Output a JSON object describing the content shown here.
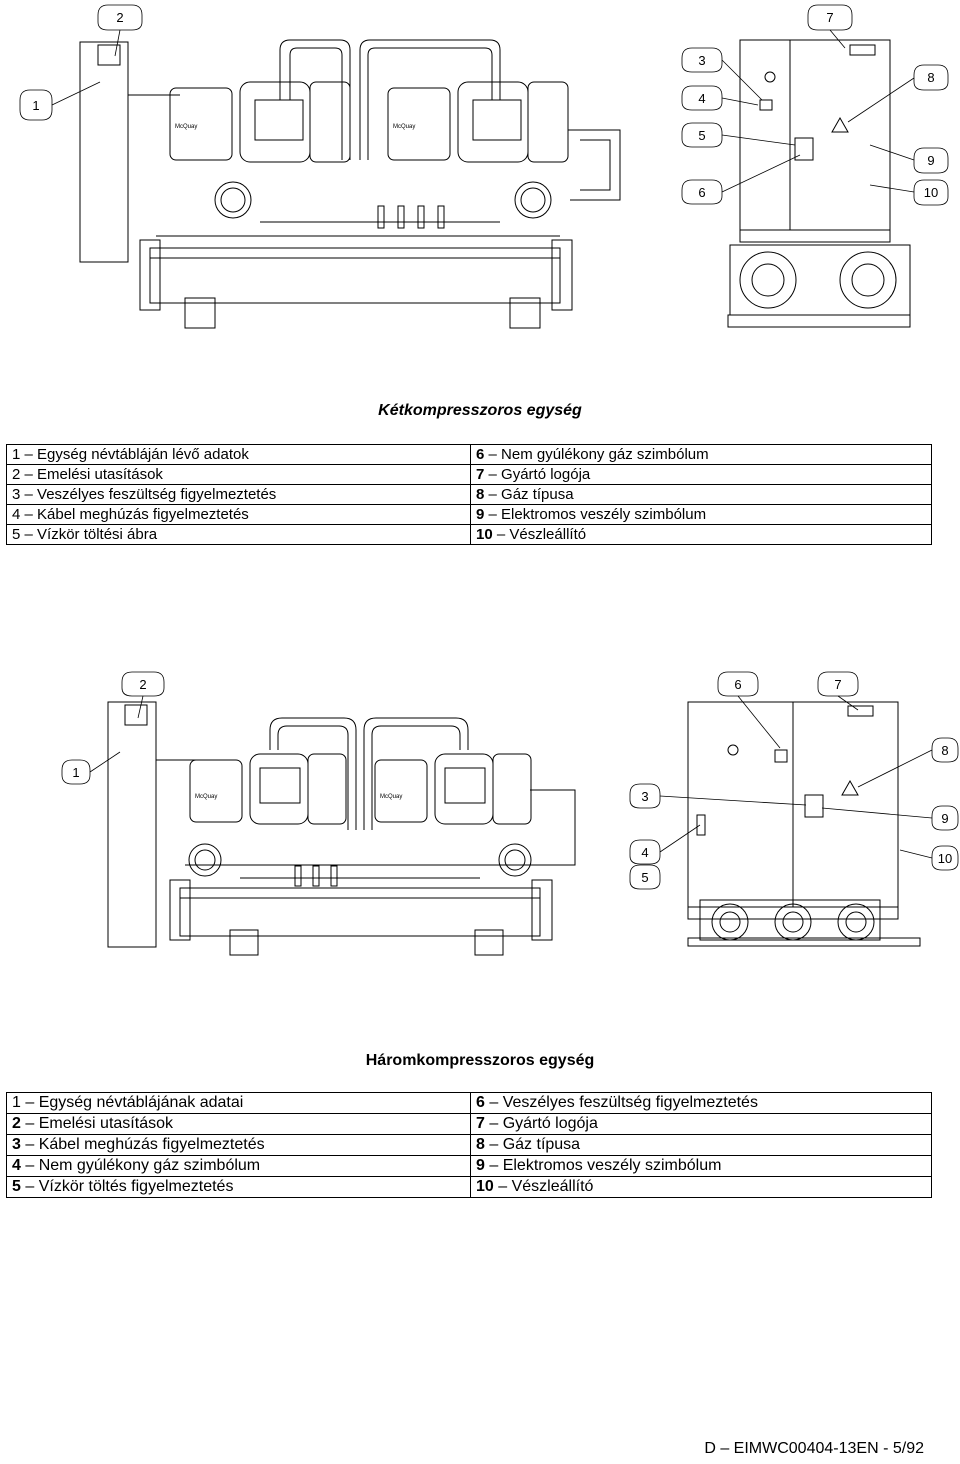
{
  "figure1": {
    "callouts": [
      "1",
      "2",
      "3",
      "4",
      "5",
      "6",
      "7",
      "8",
      "9",
      "10"
    ],
    "brand_label": "McQuay",
    "caption": "Kétkompresszoros egység",
    "legend": [
      {
        "left_num": "1",
        "left_text": "– Egység névtábláján lévő adatok",
        "right_num": "6",
        "right_text": "– Nem gyúlékony gáz szimbólum"
      },
      {
        "left_num": "2",
        "left_text": "– Emelési utasítások",
        "right_num": "7",
        "right_text": "– Gyártó logója"
      },
      {
        "left_num": "3",
        "left_text": "– Veszélyes feszültség figyelmeztetés",
        "right_num": "8",
        "right_text": "– Gáz típusa"
      },
      {
        "left_num": "4",
        "left_text": "– Kábel meghúzás figyelmeztetés",
        "right_num": "9",
        "right_text": "– Elektromos veszély szimbólum"
      },
      {
        "left_num": "5",
        "left_text": "– Vízkör töltési ábra",
        "right_num": "10",
        "right_text": "– Vészleállító"
      }
    ]
  },
  "figure2": {
    "callouts": [
      "1",
      "2",
      "3",
      "4",
      "5",
      "6",
      "7",
      "8",
      "9",
      "10"
    ],
    "brand_label": "McQuay",
    "caption": "Háromkompresszoros egység",
    "legend": [
      {
        "left_num": "1",
        "left_text": "– Egység névtáblájának adatai",
        "right_num": "6",
        "right_text": "– Veszélyes feszültség figyelmeztetés"
      },
      {
        "left_num": "2",
        "left_text": "– Emelési utasítások",
        "right_num": "7",
        "right_text": "– Gyártó logója"
      },
      {
        "left_num": "3",
        "left_text": "– Kábel meghúzás figyelmeztetés",
        "right_num": "8",
        "right_text": "– Gáz típusa"
      },
      {
        "left_num": "4",
        "left_text": "– Nem gyúlékony gáz szimbólum",
        "right_num": "9",
        "right_text": "– Elektromos veszély szimbólum"
      },
      {
        "left_num": "5",
        "left_text": "– Vízkör töltés figyelmeztetés",
        "right_num": "10",
        "right_text": "– Vészleállító"
      }
    ]
  },
  "footer": {
    "doc_id": "D – EIMWC00404-13EN",
    "page": "- 5/92"
  }
}
